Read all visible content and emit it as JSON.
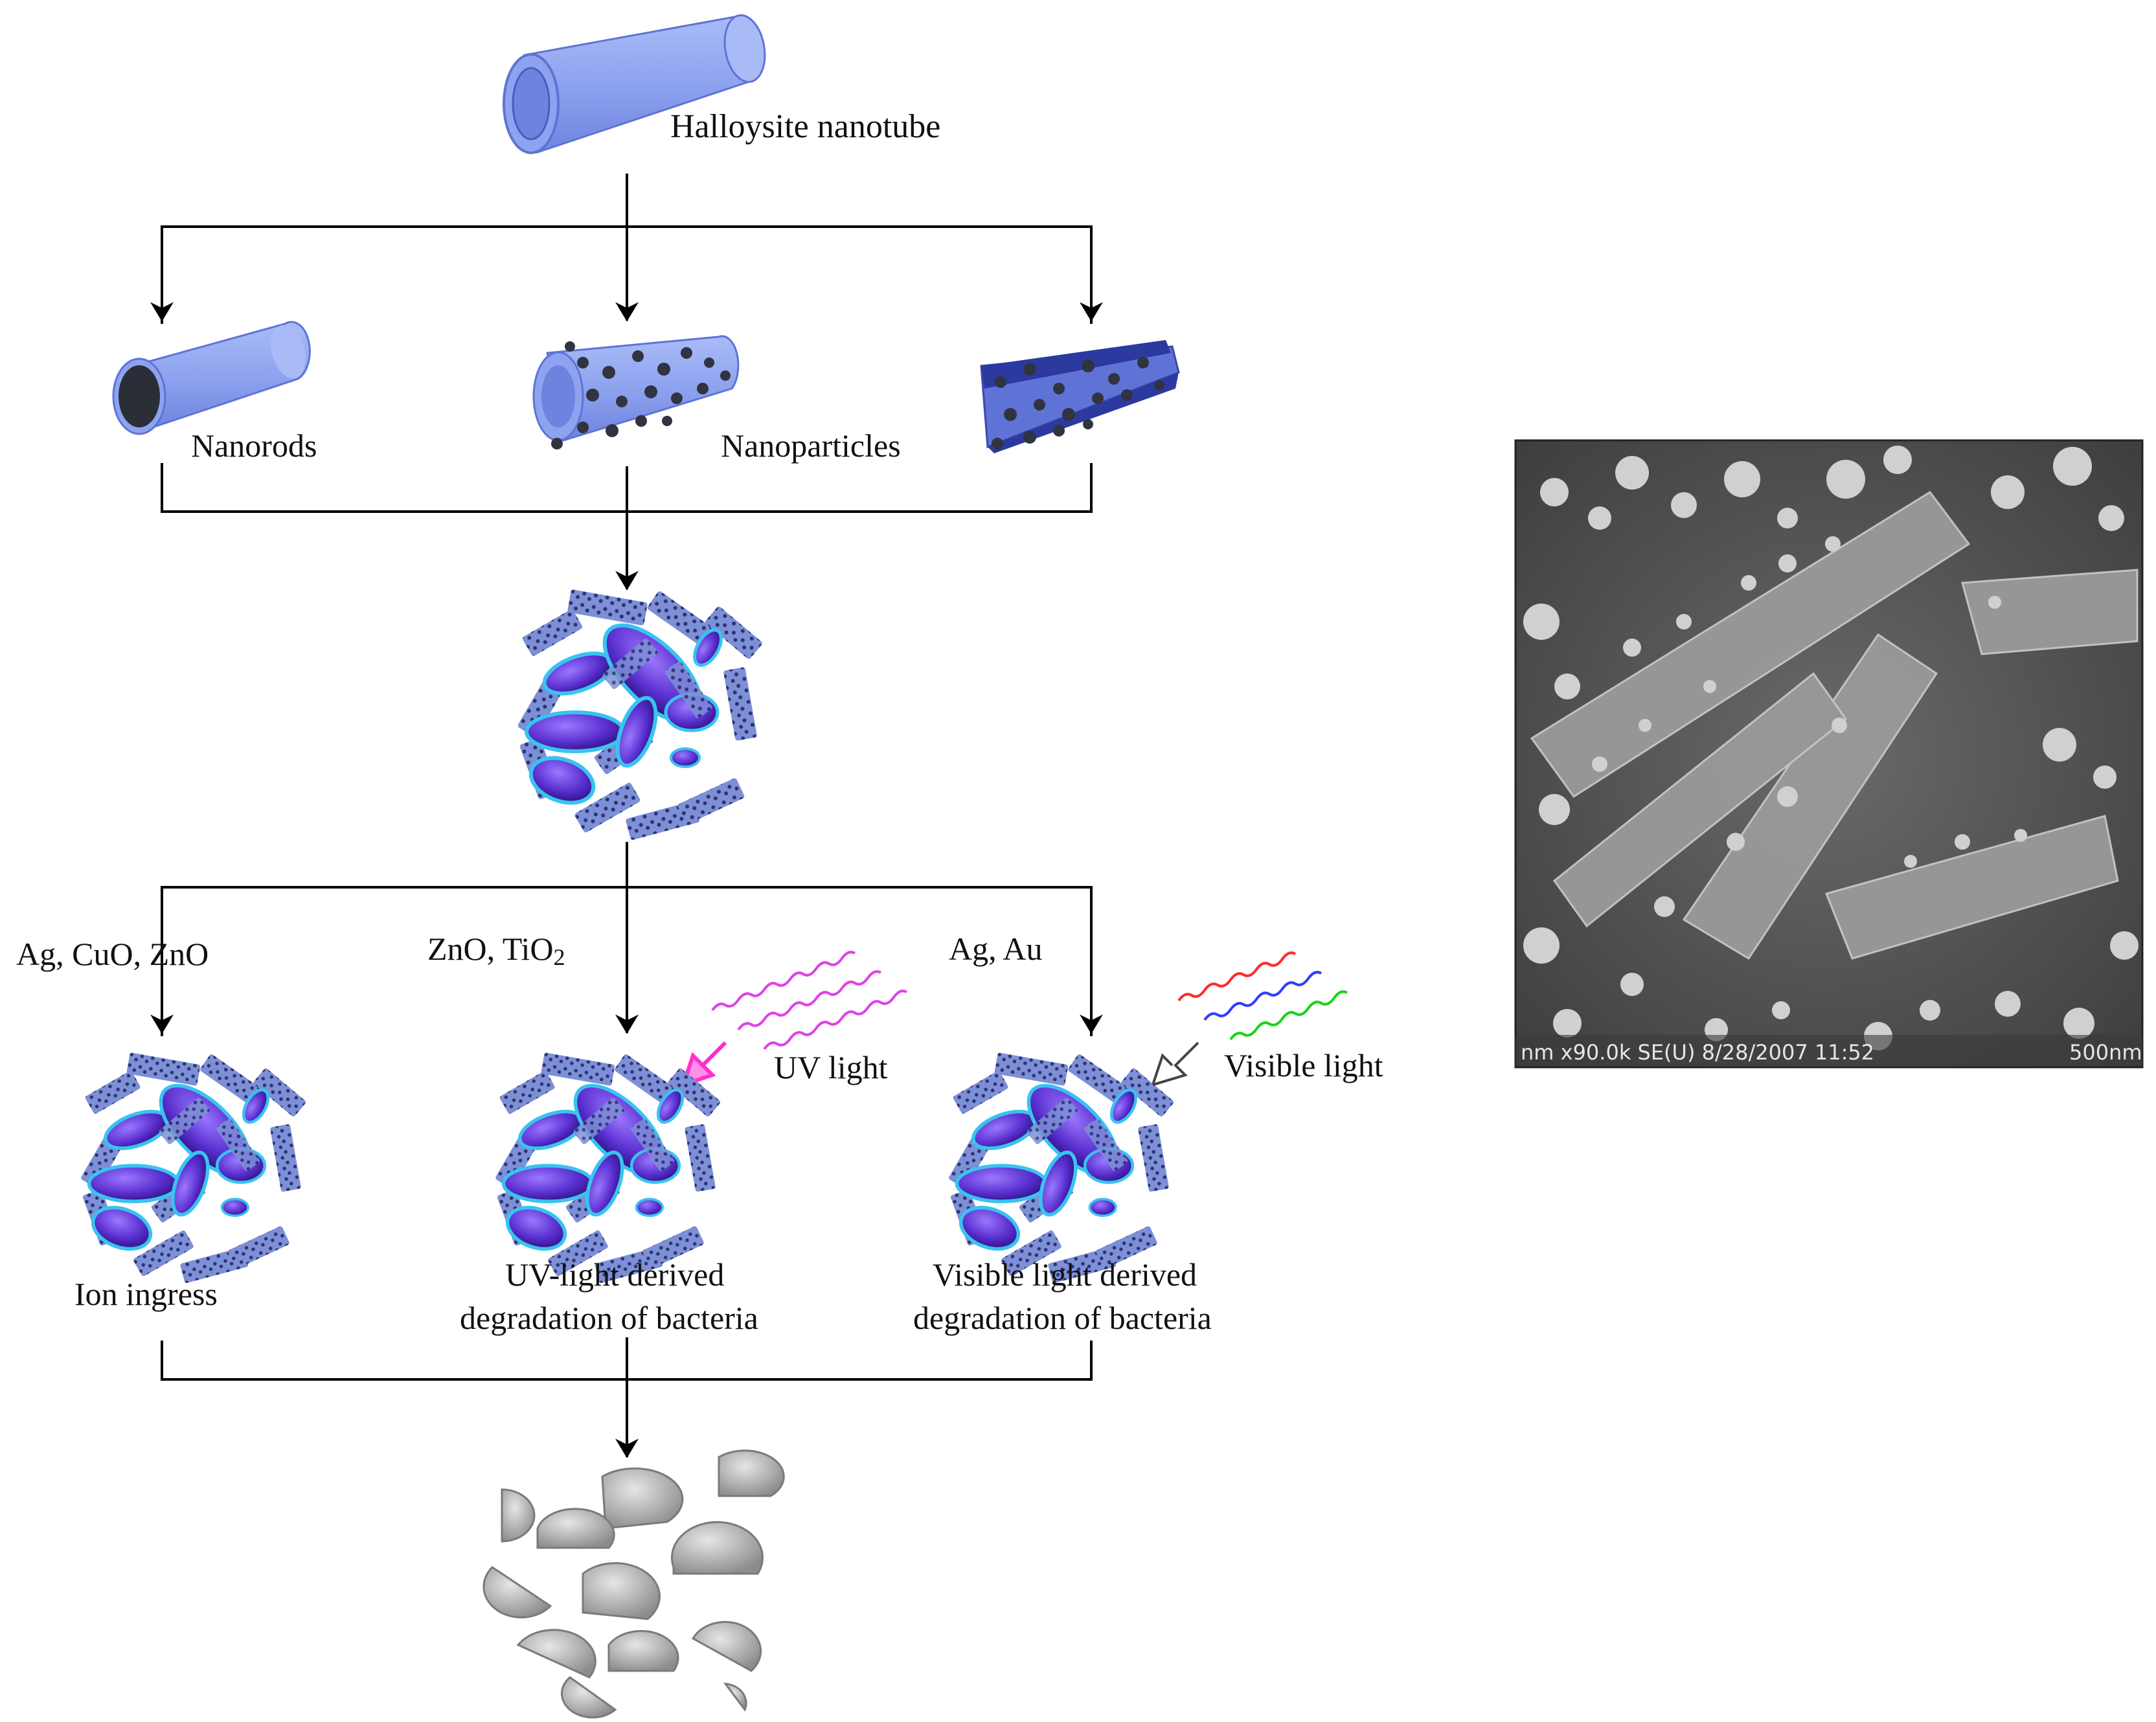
{
  "labels": {
    "halloysite": "Halloysite nanotube",
    "nanorods": "Nanorods",
    "nanoparticles": "Nanoparticles",
    "ag_cuo_zno": "Ag, CuO, ZnO",
    "zno": "ZnO, TiO",
    "tio2_sub": "2",
    "ag_au": "Ag, Au",
    "uv_light": "UV light",
    "visible_light": "Visible light",
    "ion_ingress": "Ion ingress",
    "uv_derived_1": "UV-light derived",
    "uv_derived_2": "degradation of bacteria",
    "vis_derived_1": "Visible light derived",
    "vis_derived_2": "degradation of bacteria"
  },
  "sem": {
    "info_bar": "nm x90.0k SE(U) 8/28/2007 11:52",
    "scale_label": "500nm"
  },
  "colors": {
    "tube": "#8ea3ef",
    "tube_dark": "#5f73d6",
    "bacteria": "#6a3fd8",
    "bacteria_glow": "#39c3f0",
    "particle": "#2f3440",
    "uv_wave": "#e040e8",
    "uv_arrow": "#ff2fd0",
    "visible_red": "#ff2a2a",
    "visible_blue": "#2f3cff",
    "visible_green": "#18d418",
    "fragments": "#b4b4b4",
    "sem_background": "#555555"
  },
  "icons": [
    "halloysite-tube-icon",
    "nanorod-icon",
    "nanoparticle-tube-icon",
    "open-tube-icon",
    "bacteria-cluster-icon",
    "uv-light-waves-icon",
    "visible-light-waves-icon",
    "bacteria-fragments-icon",
    "sem-micrograph"
  ]
}
